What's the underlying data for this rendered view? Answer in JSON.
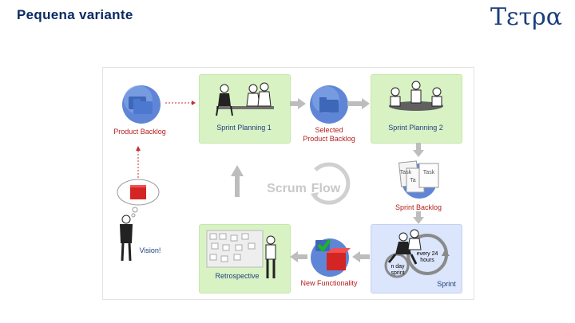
{
  "slide": {
    "title": "Pequena variante",
    "logo": "Τετρα"
  },
  "diagram": {
    "center": {
      "scrum": "Scrum",
      "flow": "Flow"
    },
    "nodes": {
      "product_backlog": "Product Backlog",
      "sprint_planning_1": "Sprint Planning 1",
      "selected_backlog_1": "Selected",
      "selected_backlog_2": "Product Backlog",
      "sprint_planning_2": "Sprint Planning 2",
      "sprint_backlog": "Sprint Backlog",
      "sprint": "Sprint",
      "new_functionality": "New Functionality",
      "retrospective": "Retrospective",
      "vision": "Vision!"
    },
    "task_cards": [
      "Task",
      "Ta",
      "Task"
    ],
    "cycle": {
      "every_1": "every 24",
      "every_2": "hours",
      "nday_1": "n day",
      "nday_2": "sprint"
    },
    "colors": {
      "panel_green": "#d9f2c4",
      "panel_blue": "#dbe5fb",
      "label_red": "#b41e1e",
      "label_navy": "#1f3f7d",
      "arrow_grey": "#bdbdbd"
    }
  }
}
